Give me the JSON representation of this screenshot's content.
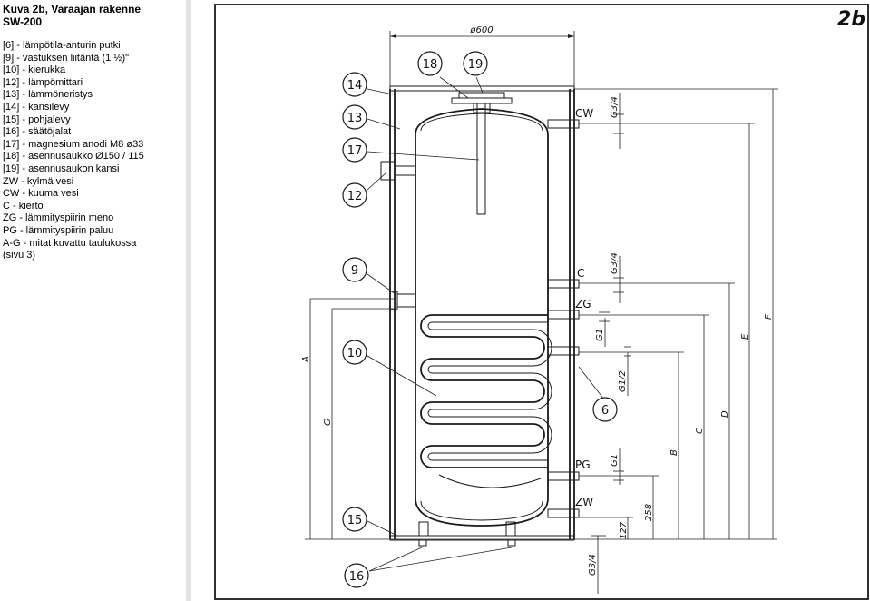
{
  "legend": {
    "title_line1": "Kuva 2b, Varaajan rakenne",
    "title_line2": "SW-200",
    "items": [
      "[6] - lämpötila-anturin putki",
      "[9] - vastuksen liitäntä (1 ½)\"",
      "[10] - kierukka",
      "[12] - lämpömittari",
      "[13] - lämmöneristys",
      "[14] - kansilevy",
      "[15] - pohjalevy",
      "[16] - säätöjalat",
      "[17] - magnesium anodi M8 ø33",
      "[18] - asennusaukko Ø150 / 115",
      "[19] - asennusaukon kansi",
      "ZW - kylmä vesi",
      "CW - kuuma vesi",
      "C - kierto",
      "ZG - lämmityspiirin meno",
      "PG - lämmityspiirin paluu",
      "A-G - mitat kuvattu taulukossa",
      "(sivu 3)"
    ]
  },
  "drawing": {
    "figure_tag": "2b",
    "diameter": "ø600",
    "callouts": [
      "14",
      "13",
      "17",
      "12",
      "9",
      "10",
      "15",
      "16",
      "18",
      "19",
      "6"
    ],
    "connections": [
      "CW",
      "C",
      "ZG",
      "PG",
      "ZW"
    ],
    "thread_sizes": [
      "G3/4",
      "G3/4",
      "G1",
      "G1/2",
      "G1",
      "G3/4"
    ],
    "dim_letters": [
      "A",
      "G",
      "B",
      "C",
      "D",
      "E",
      "F"
    ],
    "dim_values": [
      "258",
      "127"
    ]
  }
}
